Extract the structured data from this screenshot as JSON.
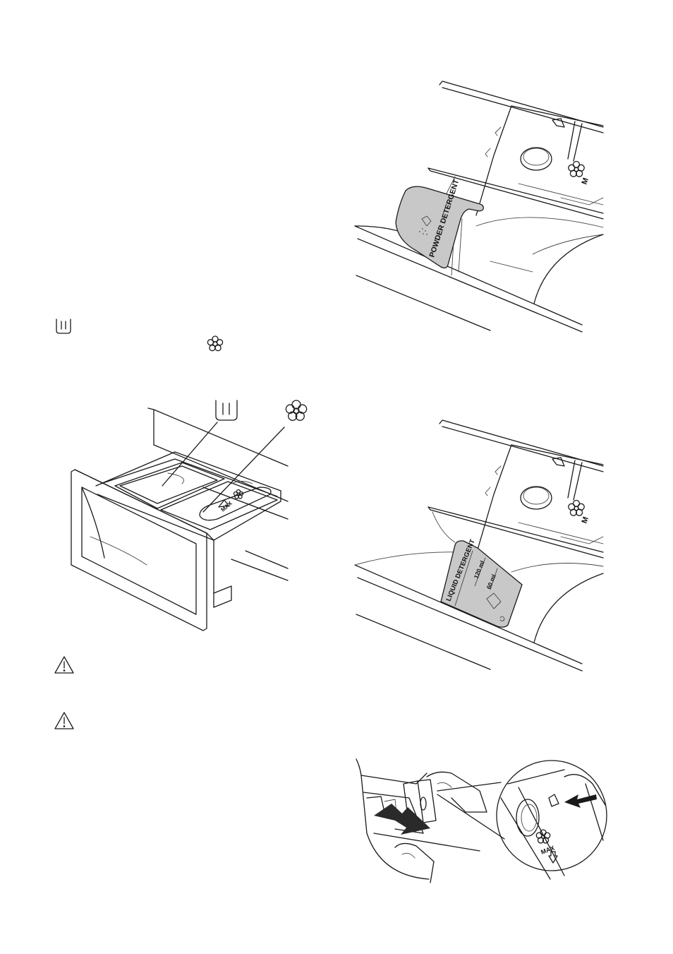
{
  "figure_powder": {
    "insert_label": "POWDER DETERGENT",
    "compartment_marking": "M"
  },
  "figure_liquid": {
    "insert_label": "LIQUID DETERGENT",
    "level_high": "120 ml",
    "level_low": "60 ml",
    "compartment_marking": "M"
  },
  "figure_drawer": {
    "max_marking": "MAX"
  },
  "figure_removal": {
    "max_marking": "MAX"
  },
  "icons": {
    "main_wash": "main-wash-compartment-icon",
    "softener": "fabric-softener-flower-icon",
    "warning": "warning-triangle-icon"
  },
  "colors": {
    "line": "#1a1a1a",
    "insert_fill": "#c8c8c8"
  }
}
